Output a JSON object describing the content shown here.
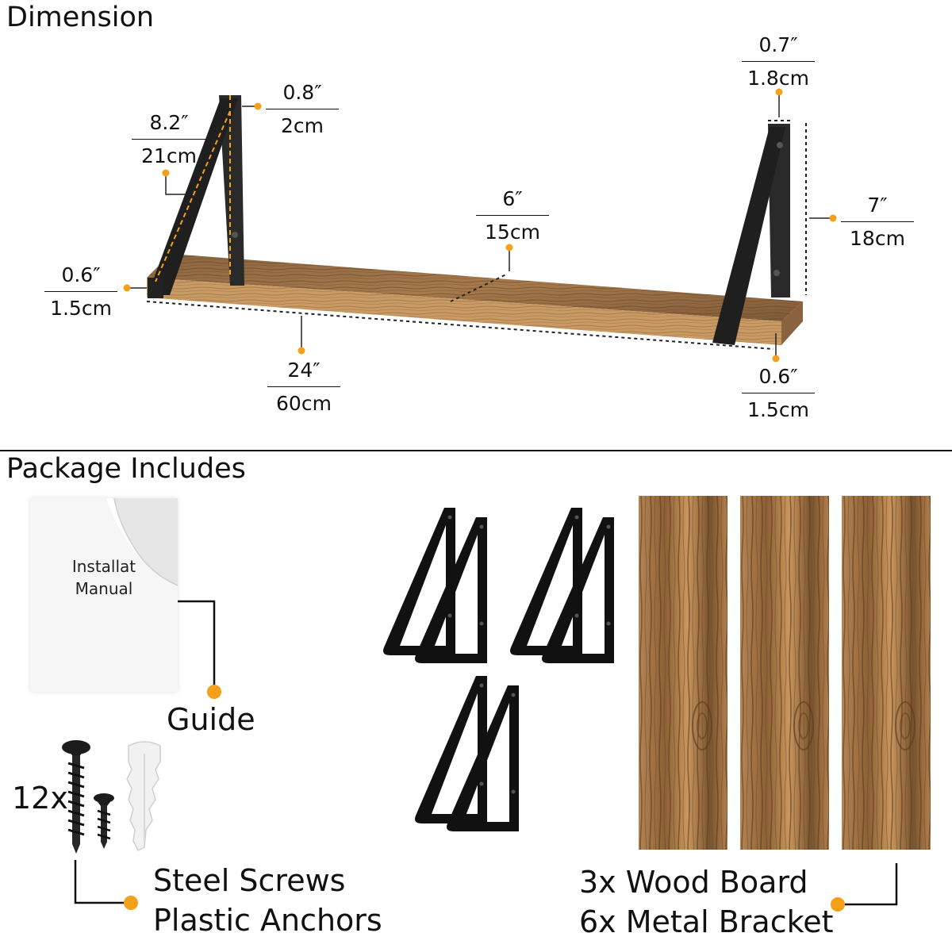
{
  "sections": {
    "dimension": "Dimension",
    "package": "Package Includes"
  },
  "dimensions": {
    "bracket_diag": {
      "in": "8.2″",
      "cm": "21cm"
    },
    "bracket_width": {
      "in": "0.8″",
      "cm": "2cm"
    },
    "bracket_top": {
      "in": "0.7″",
      "cm": "1.8cm"
    },
    "height": {
      "in": "7″",
      "cm": "18cm"
    },
    "depth": {
      "in": "6″",
      "cm": "15cm"
    },
    "thickness_left": {
      "in": "0.6″",
      "cm": "1.5cm"
    },
    "length": {
      "in": "24″",
      "cm": "60cm"
    },
    "thickness_right": {
      "in": "0.6″",
      "cm": "1.5cm"
    }
  },
  "package": {
    "manual_text": [
      "Installat",
      "Manual"
    ],
    "guide_label": "Guide",
    "hardware_count": "12x",
    "hardware_label": [
      "Steel Screws",
      "Plastic Anchors"
    ],
    "parts_label": [
      "3x Wood Board",
      "6x Metal Bracket"
    ]
  },
  "colors": {
    "accent": "#F5A01A",
    "wood_light": "#C99A63",
    "wood_dark": "#7A5230",
    "metal": "#1A1A1A"
  }
}
